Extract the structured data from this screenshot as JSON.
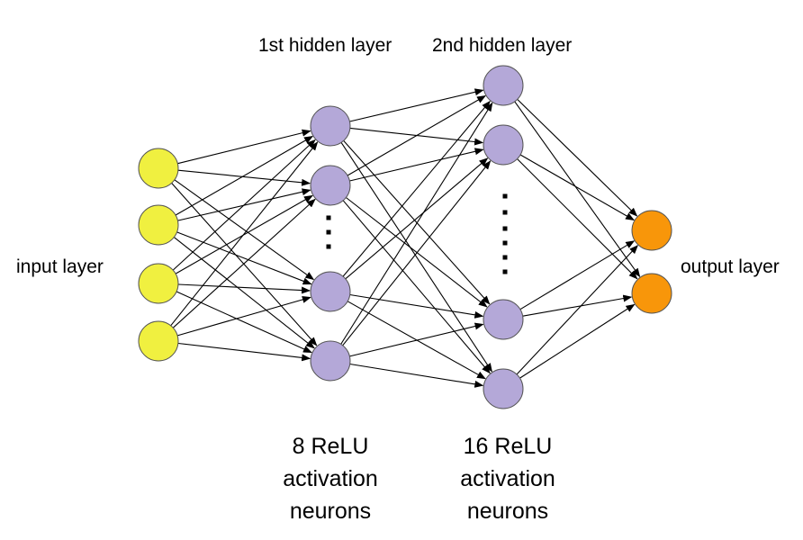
{
  "labels": {
    "input": "input layer",
    "hidden1": "1st hidden layer",
    "hidden2": "2nd hidden layer",
    "output": "output layer"
  },
  "captions": {
    "hidden1": [
      "8 ReLU",
      "activation",
      "neurons"
    ],
    "hidden2": [
      "16 ReLU",
      "activation",
      "neurons"
    ]
  },
  "colors": {
    "input": "#F0F040",
    "hidden": "#B4A8D8",
    "output": "#F8960A",
    "stroke": "#555555",
    "edge": "#000000"
  }
}
